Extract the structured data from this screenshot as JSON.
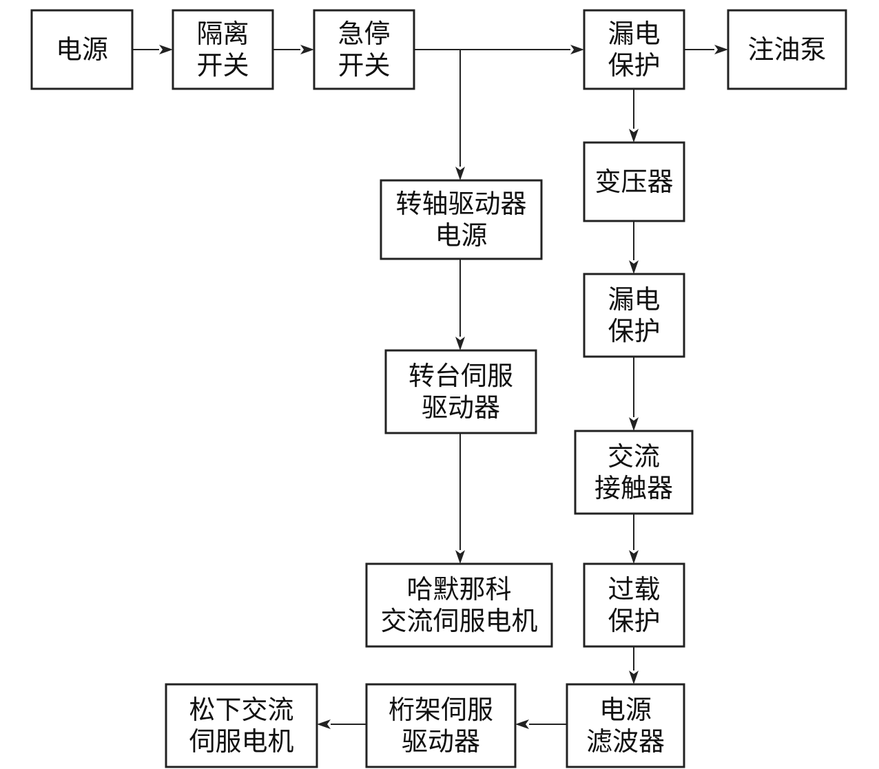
{
  "diagram": {
    "type": "flowchart",
    "colors": {
      "stroke": "#222222",
      "text": "#111111",
      "fill": "#ffffff"
    },
    "nodes": [
      {
        "id": "power-source",
        "lines": [
          "电源"
        ]
      },
      {
        "id": "isolation-switch",
        "lines": [
          "隔离",
          "开关"
        ]
      },
      {
        "id": "emergency-stop-switch",
        "lines": [
          "急停",
          "开关"
        ]
      },
      {
        "id": "leakage-protection-1",
        "lines": [
          "漏电",
          "保护"
        ]
      },
      {
        "id": "oil-pump",
        "lines": [
          "注油泵"
        ]
      },
      {
        "id": "transformer",
        "lines": [
          "变压器"
        ]
      },
      {
        "id": "spindle-driver-power",
        "lines": [
          "转轴驱动器",
          "电源"
        ]
      },
      {
        "id": "leakage-protection-2",
        "lines": [
          "漏电",
          "保护"
        ]
      },
      {
        "id": "turntable-servo-driver",
        "lines": [
          "转台伺服",
          "驱动器"
        ]
      },
      {
        "id": "ac-contactor",
        "lines": [
          "交流",
          "接触器"
        ]
      },
      {
        "id": "harmonica-ac-servo-motor",
        "lines": [
          "哈默那科",
          "交流伺服电机"
        ]
      },
      {
        "id": "overload-protection",
        "lines": [
          "过载",
          "保护"
        ]
      },
      {
        "id": "panasonic-ac-servo-motor",
        "lines": [
          "松下交流",
          "伺服电机"
        ]
      },
      {
        "id": "gantry-servo-driver",
        "lines": [
          "桁架伺服",
          "驱动器"
        ]
      },
      {
        "id": "power-filter",
        "lines": [
          "电源",
          "滤波器"
        ]
      }
    ],
    "edges": [
      {
        "from": "power-source",
        "to": "isolation-switch"
      },
      {
        "from": "isolation-switch",
        "to": "emergency-stop-switch"
      },
      {
        "from": "emergency-stop-switch",
        "to": "leakage-protection-1"
      },
      {
        "from": "emergency-stop-switch",
        "to": "spindle-driver-power"
      },
      {
        "from": "leakage-protection-1",
        "to": "oil-pump"
      },
      {
        "from": "leakage-protection-1",
        "to": "transformer"
      },
      {
        "from": "transformer",
        "to": "leakage-protection-2"
      },
      {
        "from": "leakage-protection-2",
        "to": "ac-contactor"
      },
      {
        "from": "ac-contactor",
        "to": "overload-protection"
      },
      {
        "from": "overload-protection",
        "to": "power-filter"
      },
      {
        "from": "power-filter",
        "to": "gantry-servo-driver"
      },
      {
        "from": "gantry-servo-driver",
        "to": "panasonic-ac-servo-motor"
      },
      {
        "from": "spindle-driver-power",
        "to": "turntable-servo-driver"
      },
      {
        "from": "turntable-servo-driver",
        "to": "harmonica-ac-servo-motor"
      }
    ]
  }
}
